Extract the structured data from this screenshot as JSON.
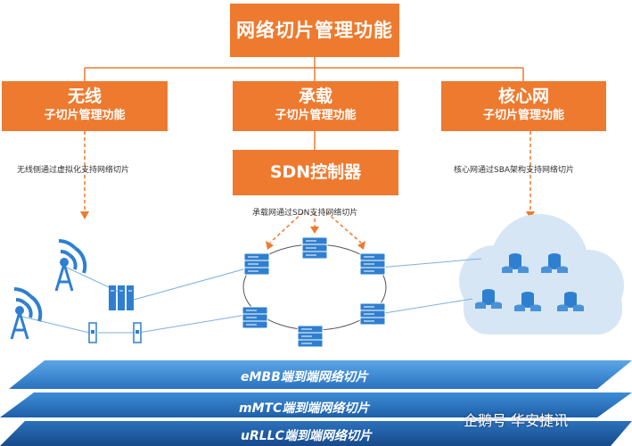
{
  "title": "网络切片管理功能",
  "subfunctions": [
    {
      "name": "无线",
      "sub": "子切片管理功能"
    },
    {
      "name": "承载",
      "sub": "子切片管理功能"
    },
    {
      "name": "核心网",
      "sub": "子切片管理功能"
    }
  ],
  "sdn": "SDN控制器",
  "notes": {
    "wireless": "无线侧通过虚拟化支持网络切片",
    "transport": "承载网通过SDN支持网络切片",
    "core": "核心网通过SBA架构支持网络切片"
  },
  "bands": [
    "eMBB端到端网络切片",
    "mMTC端到端网络切片",
    "uRLLC端到端网络切片"
  ],
  "watermark": "企鹅号 华安捷讯",
  "colors": {
    "orange": "#ee7a2f",
    "blue": "#2f80c8",
    "cloud": "#d6e6f5"
  }
}
